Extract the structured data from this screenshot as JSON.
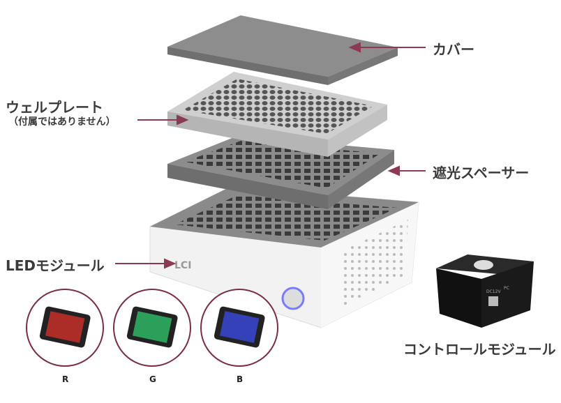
{
  "labels": {
    "cover": "カバー",
    "well_plate": "ウェルプレート",
    "well_plate_note": "（付属ではありません）",
    "spacer": "遮光スペーサー",
    "led_module": "LEDモジュール",
    "control_module": "コントロールモジュール"
  },
  "led_variants": [
    {
      "label": "R",
      "color": "#d0302a"
    },
    {
      "label": "G",
      "color": "#2fc06a"
    },
    {
      "label": "B",
      "color": "#3a4ae0"
    }
  ],
  "device_marks": {
    "logo": "LCI",
    "port1": "DC12V",
    "port2": "PC"
  },
  "colors": {
    "arrow": "#8b3a52",
    "circle": "#7a2e42"
  }
}
